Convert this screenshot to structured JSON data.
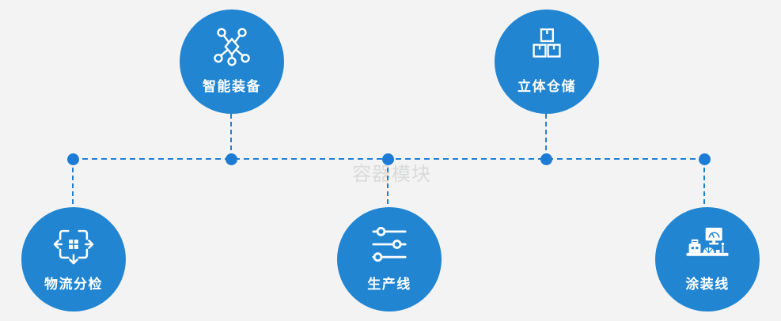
{
  "watermark": "容器模块",
  "colors": {
    "background": "#f3f3f3",
    "node_fill": "#2185d2",
    "connector": "#1e7fd6",
    "dot": "#1c7cd5",
    "label_text": "#ffffff",
    "watermark_text": "#d9dadb"
  },
  "nodes": [
    {
      "label": "智能装备",
      "icon": "network-nodes-icon",
      "row": "top"
    },
    {
      "label": "立体仓储",
      "icon": "stacked-boxes-icon",
      "row": "top"
    },
    {
      "label": "物流分检",
      "icon": "crosshair-sort-icon",
      "row": "bottom"
    },
    {
      "label": "生产线",
      "icon": "sliders-icon",
      "row": "bottom"
    },
    {
      "label": "涂装线",
      "icon": "machine-monitor-icon",
      "row": "bottom"
    }
  ]
}
